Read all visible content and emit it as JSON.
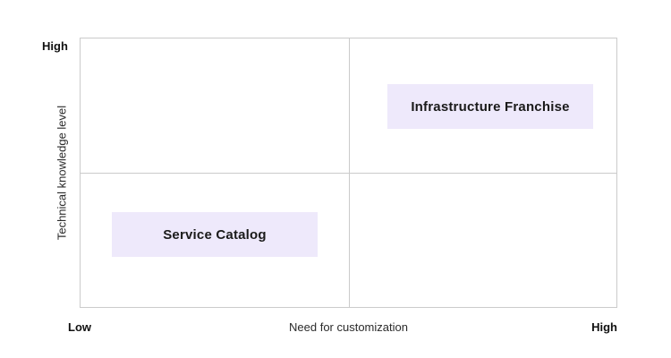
{
  "chart_data": {
    "type": "quadrant-matrix",
    "title": "",
    "x_axis": {
      "title": "Need for customization",
      "low_label": "Low",
      "high_label": "High"
    },
    "y_axis": {
      "title": "Technical knowledge level",
      "high_label": "High"
    },
    "grid": {
      "columns": 2,
      "rows": 2,
      "line_color": "#CBCBCB"
    },
    "items": [
      {
        "label": "Infrastructure Franchise",
        "quadrant": "top-right",
        "x": 0.77,
        "y": 0.75
      },
      {
        "label": "Service Catalog",
        "quadrant": "bottom-left",
        "x": 0.25,
        "y": 0.25
      }
    ],
    "colors": {
      "item_fill": "#EEE9FB",
      "item_text": "#1A1A1A",
      "grid_line": "#CBCBCB",
      "axis_text": "#111111",
      "background": "#FFFFFF"
    }
  }
}
